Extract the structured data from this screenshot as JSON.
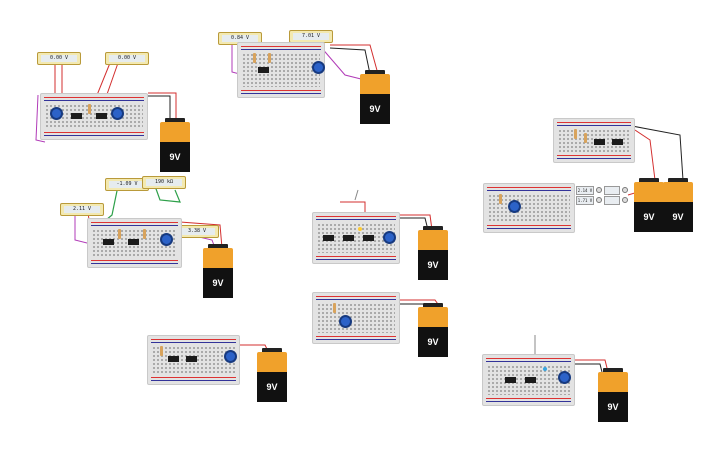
{
  "battery_label": "9V",
  "meters": {
    "m1": "0.00 V",
    "m2": "0.00 V",
    "m3": "0.84 V",
    "m4": "7.01 V",
    "m5": "-1.09 V",
    "m6": "190 kΩ",
    "m7": "2.11 V",
    "m8": "3.38 V"
  },
  "modules": {
    "a": "2.14 V",
    "b": "1.71 V"
  },
  "colors": {
    "breadboard": "#e3e3e3",
    "wire_red": "#d32f2f",
    "wire_black": "#222222",
    "wire_purple": "#b13bb8",
    "wire_green": "#2ea04a",
    "battery_orange": "#f0a12b",
    "potentiometer_blue": "#2c62c8"
  }
}
